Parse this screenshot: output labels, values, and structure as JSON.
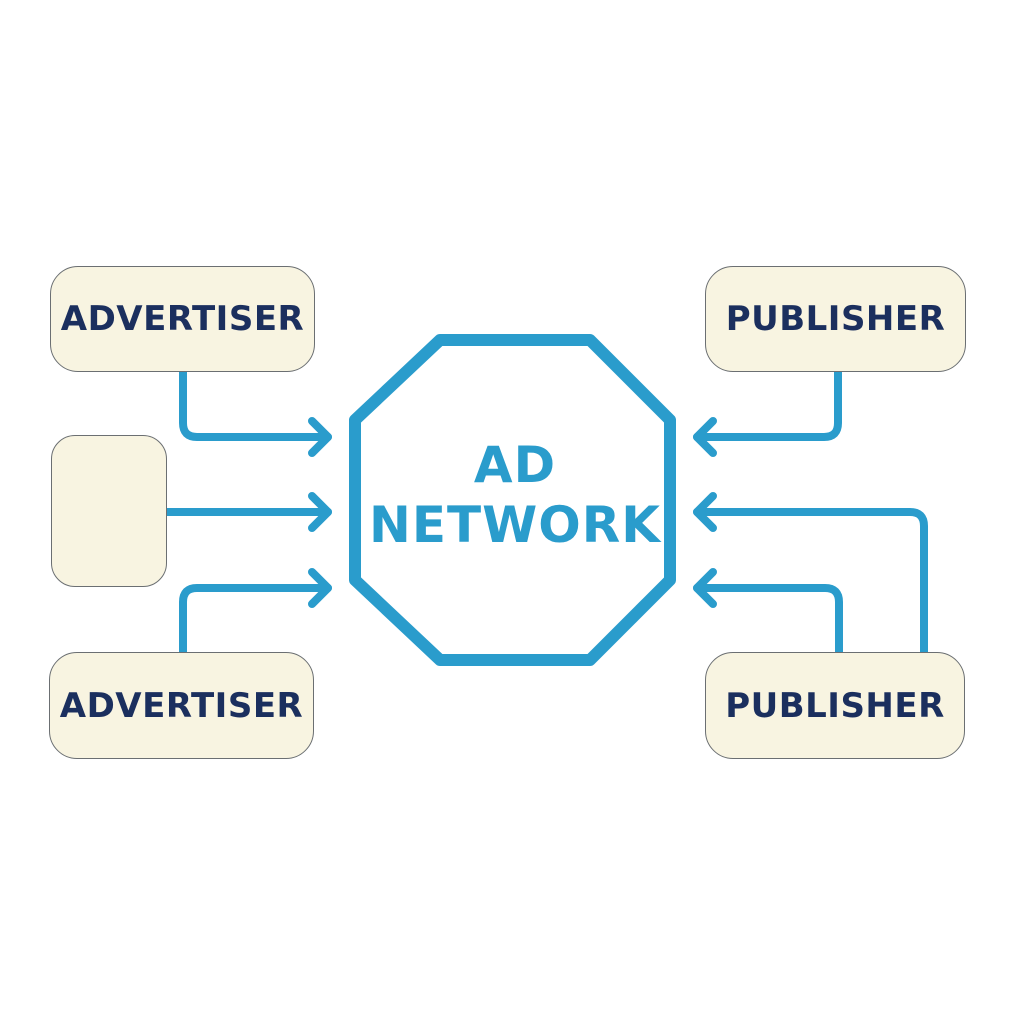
{
  "diagram": {
    "center": {
      "line1": "AD",
      "line2": "NETWORK",
      "shape": "octagon"
    },
    "left_nodes": [
      {
        "label": "ADVERTISER"
      },
      {
        "label": ""
      },
      {
        "label": "ADVERTISER"
      }
    ],
    "right_nodes": [
      {
        "label": "PUBLISHER"
      },
      {
        "label": "PUBLISHER"
      }
    ],
    "colors": {
      "accent": "#2a9ccc",
      "node_fill": "#f8f4e1",
      "node_text": "#1b2f5e",
      "background": "#ffffff"
    }
  }
}
